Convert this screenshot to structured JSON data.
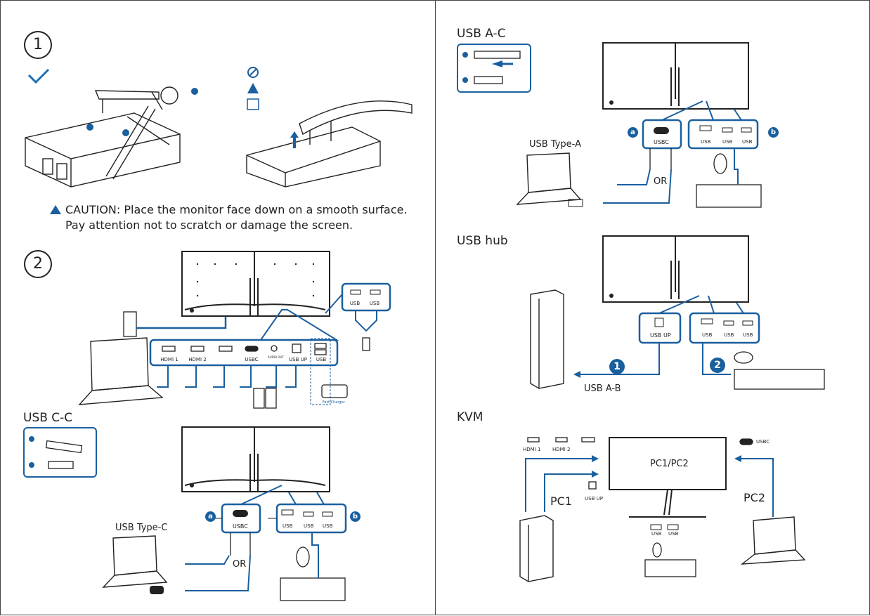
{
  "colors": {
    "accent": "#1a5f9e",
    "line": "#222222",
    "ok": "#1a6fb5"
  },
  "section1": {
    "step": "1",
    "caution": {
      "line1": "CAUTION: Place the monitor face down on a smooth surface.",
      "line2": "Pay attention not to scratch or damage the screen."
    }
  },
  "section2": {
    "step": "2",
    "ports": [
      "HDMI 1",
      "HDMI 2",
      "AUDIO OUT",
      "USBC",
      "USB UP",
      "USB"
    ],
    "usb_box": [
      "USB",
      "USB"
    ],
    "fast_charger": "Fast Charger"
  },
  "usb_cc": {
    "title": "USB C-C",
    "device": "USB Type-C",
    "usbc_label": "USBC",
    "usb_labels": [
      "USB",
      "USB",
      "USB"
    ],
    "or": "OR",
    "badge_a": "a",
    "badge_b": "b"
  },
  "usb_ac": {
    "title": "USB A-C",
    "device": "USB Type-A",
    "usbc_label": "USBC",
    "usb_labels": [
      "USB",
      "USB",
      "USB"
    ],
    "or": "OR",
    "badge_a": "a",
    "badge_b": "b"
  },
  "usb_hub": {
    "title": "USB hub",
    "usb_up": "USB UP",
    "usb_labels": [
      "USB",
      "USB",
      "USB"
    ],
    "cable": "USB A-B",
    "badge1": "1",
    "badge2": "2"
  },
  "kvm": {
    "title": "KVM",
    "ports": [
      "HDMI 1",
      "HDMI 2",
      "USBC",
      "USB UP"
    ],
    "screen": "PC1/PC2",
    "pc1": "PC1",
    "pc2": "PC2",
    "usb_labels": [
      "USB",
      "USB"
    ]
  }
}
